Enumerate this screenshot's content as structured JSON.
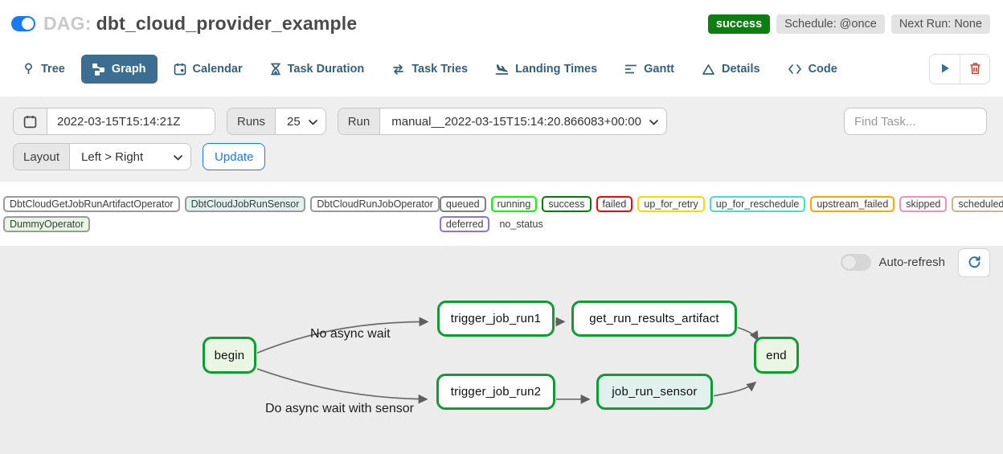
{
  "header": {
    "dag_prefix": "DAG:",
    "dag_title": "dbt_cloud_provider_example",
    "pause_toggle_on": true,
    "status_badge": "success",
    "status_color": "#0d7e10",
    "schedule_badge": "Schedule: @once",
    "next_run_badge": "Next Run: None"
  },
  "tabs": [
    {
      "label": "Tree",
      "icon": "tree-icon",
      "active": false
    },
    {
      "label": "Graph",
      "icon": "graph-icon",
      "active": true
    },
    {
      "label": "Calendar",
      "icon": "calendar-icon",
      "active": false
    },
    {
      "label": "Task Duration",
      "icon": "hourglass-icon",
      "active": false
    },
    {
      "label": "Task Tries",
      "icon": "repeat-icon",
      "active": false
    },
    {
      "label": "Landing Times",
      "icon": "plane-landing-icon",
      "active": false
    },
    {
      "label": "Gantt",
      "icon": "gantt-bars-icon",
      "active": false
    },
    {
      "label": "Details",
      "icon": "triangle-icon",
      "active": false
    },
    {
      "label": "Code",
      "icon": "code-icon",
      "active": false
    }
  ],
  "filters": {
    "date_value": "2022-03-15T15:14:21Z",
    "runs_label": "Runs",
    "runs_value": "25",
    "run_label": "Run",
    "run_value": "manual__2022-03-15T15:14:20.866083+00:00",
    "find_task_placeholder": "Find Task...",
    "layout_label": "Layout",
    "layout_value": "Left > Right",
    "update_label": "Update"
  },
  "legend": {
    "operators": [
      {
        "label": "DbtCloudGetJobRunArtifactOperator",
        "color": "#ffffff"
      },
      {
        "label": "DbtCloudJobRunSensor",
        "color": "#e0f1ee"
      },
      {
        "label": "DbtCloudRunJobOperator",
        "color": "#ffffff"
      },
      {
        "label": "DummyOperator",
        "color": "#e7f6e1"
      }
    ],
    "statuses": [
      {
        "label": "queued",
        "color": "#808080"
      },
      {
        "label": "running",
        "color": "#00ff00"
      },
      {
        "label": "success",
        "color": "#008000"
      },
      {
        "label": "failed",
        "color": "#ff0000"
      },
      {
        "label": "up_for_retry",
        "color": "#ffd700"
      },
      {
        "label": "up_for_reschedule",
        "color": "#40e0d0"
      },
      {
        "label": "upstream_failed",
        "color": "#ffa500"
      },
      {
        "label": "skipped",
        "color": "#f48fb1"
      },
      {
        "label": "scheduled",
        "color": "#d2b48c"
      },
      {
        "label": "deferred",
        "color": "#9370db"
      }
    ],
    "no_status_label": "no_status"
  },
  "graph": {
    "auto_refresh_label": "Auto-refresh",
    "auto_refresh_on": false,
    "edge_labels": [
      "No async wait",
      "Do async wait with sensor"
    ],
    "nodes": [
      {
        "id": "begin",
        "label": "begin",
        "fill": "#e9f6e3",
        "border": "#109c33"
      },
      {
        "id": "trigger_job_run1",
        "label": "trigger_job_run1",
        "fill": "#ffffff",
        "border": "#109c33"
      },
      {
        "id": "get_run_results_artifact",
        "label": "get_run_results_artifact",
        "fill": "#ffffff",
        "border": "#109c33"
      },
      {
        "id": "end",
        "label": "end",
        "fill": "#e9f6e3",
        "border": "#109c33"
      },
      {
        "id": "trigger_job_run2",
        "label": "trigger_job_run2",
        "fill": "#ffffff",
        "border": "#109c33"
      },
      {
        "id": "job_run_sensor",
        "label": "job_run_sensor",
        "fill": "#e0f1ee",
        "border": "#109c33"
      }
    ]
  }
}
